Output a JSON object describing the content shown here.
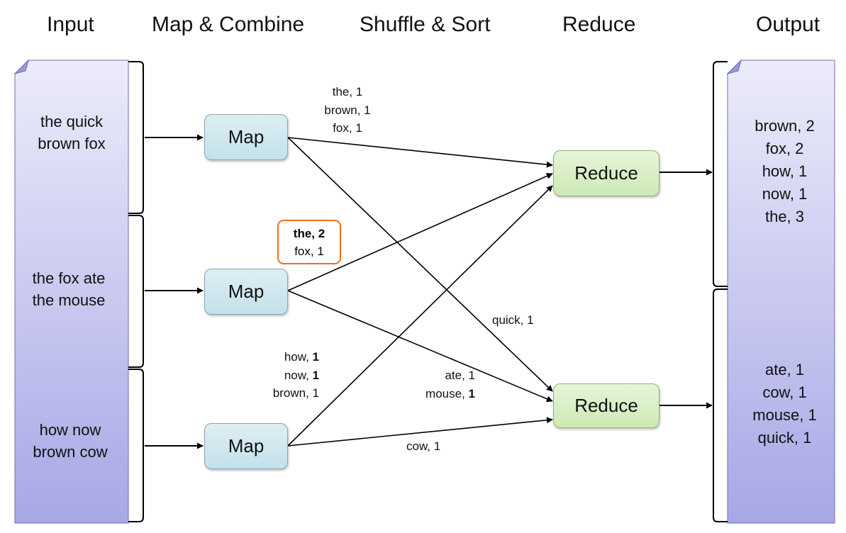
{
  "headers": {
    "input": "Input",
    "map": "Map & Combine",
    "shuffle": "Shuffle & Sort",
    "reduce": "Reduce",
    "output": "Output"
  },
  "input_docs": [
    {
      "line1": "the quick",
      "line2": "brown fox"
    },
    {
      "line1": "the fox ate",
      "line2": "the mouse"
    },
    {
      "line1": "how now",
      "line2": "brown cow"
    }
  ],
  "map_label": "Map",
  "reduce_label": "Reduce",
  "map1_pairs": {
    "p1": "the, 1",
    "p2": "brown, 1",
    "p3": "fox, 1"
  },
  "combined_pairs": {
    "p1_key": "the, ",
    "p1_val": "2",
    "p2": "fox, 1"
  },
  "map3_pairs": {
    "p1_key": "how, ",
    "p1_val": "1",
    "p2_key": "now, ",
    "p2_val": "1",
    "p3": "brown, 1"
  },
  "shuffle_pairs": {
    "quick": "quick, 1",
    "ate": "ate, 1",
    "mouse_key": "mouse, ",
    "mouse_val": "1",
    "cow": "cow, 1"
  },
  "outputs": [
    {
      "lines": [
        "brown, 2",
        "fox, 2",
        "how, 1",
        "now, 1",
        "the, 3"
      ]
    },
    {
      "lines": [
        "ate, 1",
        "cow, 1",
        "mouse, 1",
        "quick, 1"
      ]
    }
  ],
  "colors": {
    "doc_gradient_top": "#e9e9f8",
    "doc_gradient_bottom": "#a9a9e6",
    "map_fill": "#cfe6ee",
    "reduce_fill": "#d8efc4",
    "combine_border": "#e9701e"
  }
}
